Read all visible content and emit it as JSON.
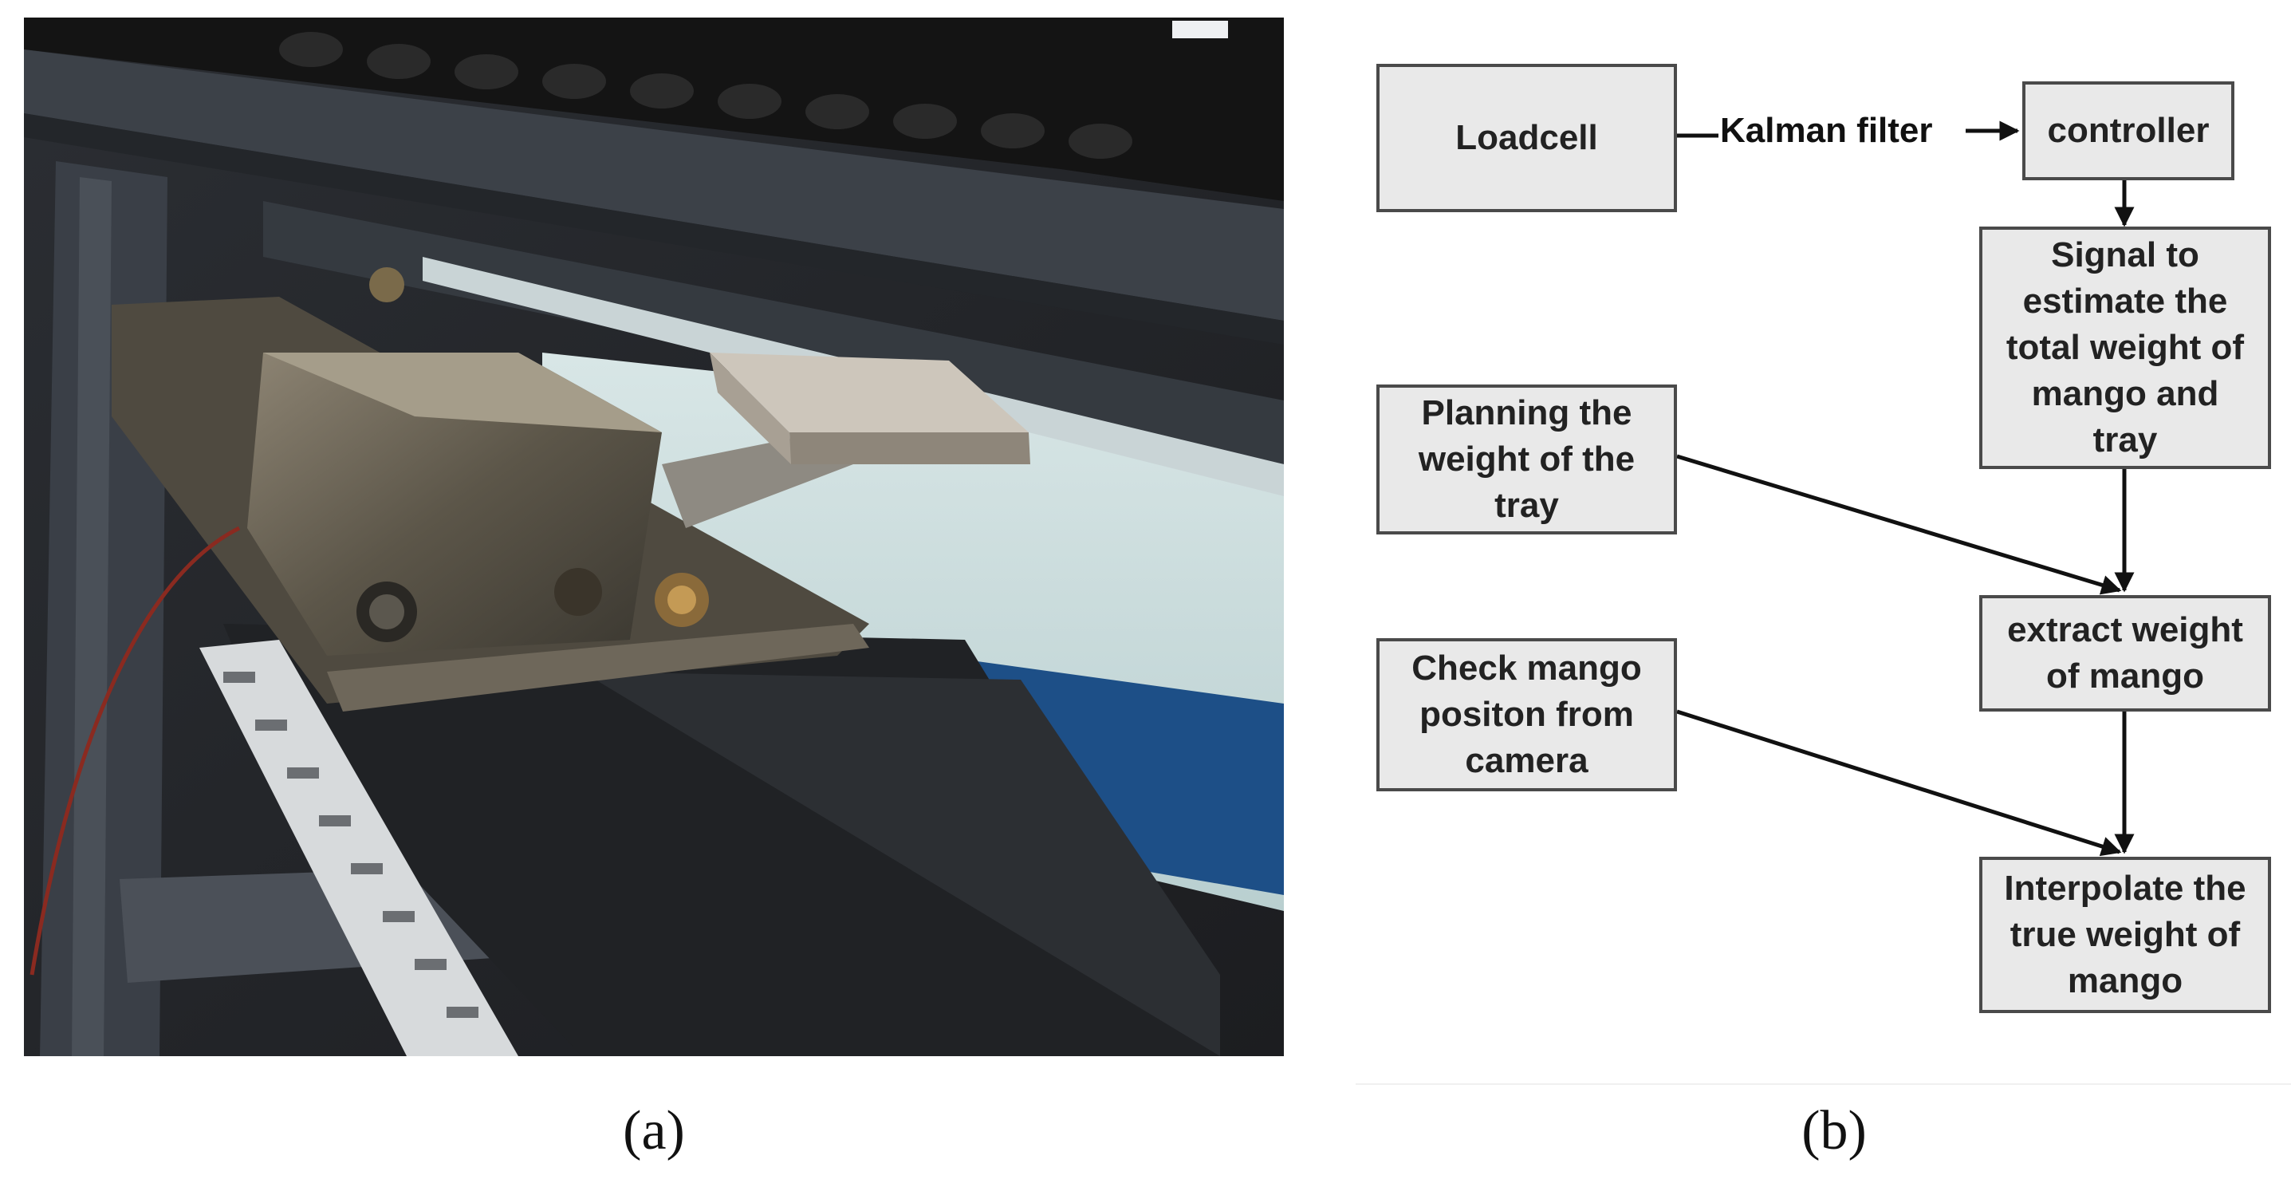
{
  "panels": {
    "a": {
      "caption": "(a)"
    },
    "b": {
      "caption": "(b)"
    }
  },
  "flowchart": {
    "nodes": {
      "loadcell": "Loadcell",
      "controller": "controller",
      "signal": "Signal to\nestimate the\ntotal weight of\nmango and\ntray",
      "planning": "Planning the\nweight of the\ntray",
      "extract": "extract weight\nof mango",
      "check": "Check mango\npositon from\ncamera",
      "interpolate": "Interpolate the\ntrue weight of\nmango"
    },
    "edge_labels": {
      "loadcell_to_controller": "Kalman filter"
    },
    "edges": [
      {
        "from": "loadcell",
        "to": "controller",
        "label": "Kalman filter"
      },
      {
        "from": "controller",
        "to": "signal"
      },
      {
        "from": "signal",
        "to": "extract"
      },
      {
        "from": "planning",
        "to": "extract"
      },
      {
        "from": "extract",
        "to": "interpolate"
      },
      {
        "from": "check",
        "to": "interpolate"
      }
    ]
  },
  "colors": {
    "box_fill": "#e9e9e9",
    "box_border": "#4a4a4a",
    "arrow": "#111111"
  }
}
